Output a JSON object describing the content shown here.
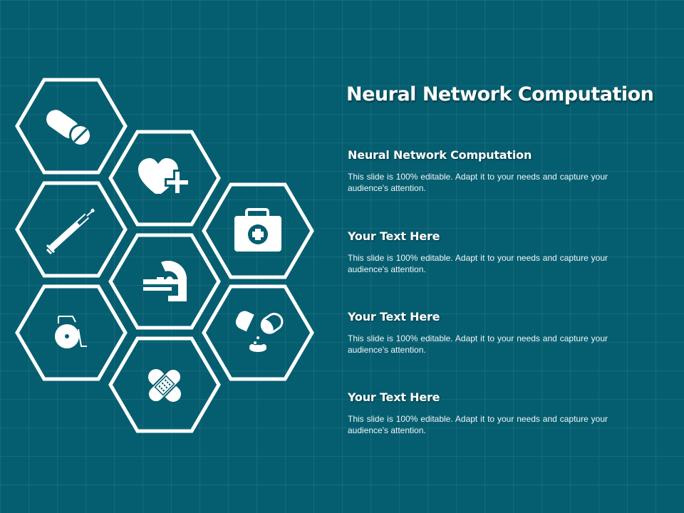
{
  "slide": {
    "title": "Neural Network Computation",
    "background_color": "#055e70",
    "accent_color": "#ffffff",
    "items": [
      {
        "heading": "Neural Network Computation",
        "body": "This slide is 100% editable. Adapt it to your needs and capture your audience's attention."
      },
      {
        "heading": "Your Text Here",
        "body": "This slide is 100% editable. Adapt it to your needs and capture your audience's attention."
      },
      {
        "heading": "Your Text Here",
        "body": "This slide is 100% editable. Adapt it to your needs and capture your audience's attention."
      },
      {
        "heading": "Your Text Here",
        "body": "This slide is 100% editable. Adapt it to your needs and capture your audience's attention."
      }
    ],
    "icons": [
      "capsule-pill-icon",
      "heart-plus-icon",
      "syringe-icon",
      "first-aid-kit-icon",
      "mri-scanner-icon",
      "wheelchair-icon",
      "pills-dropping-icon",
      "bandage-icon"
    ]
  }
}
